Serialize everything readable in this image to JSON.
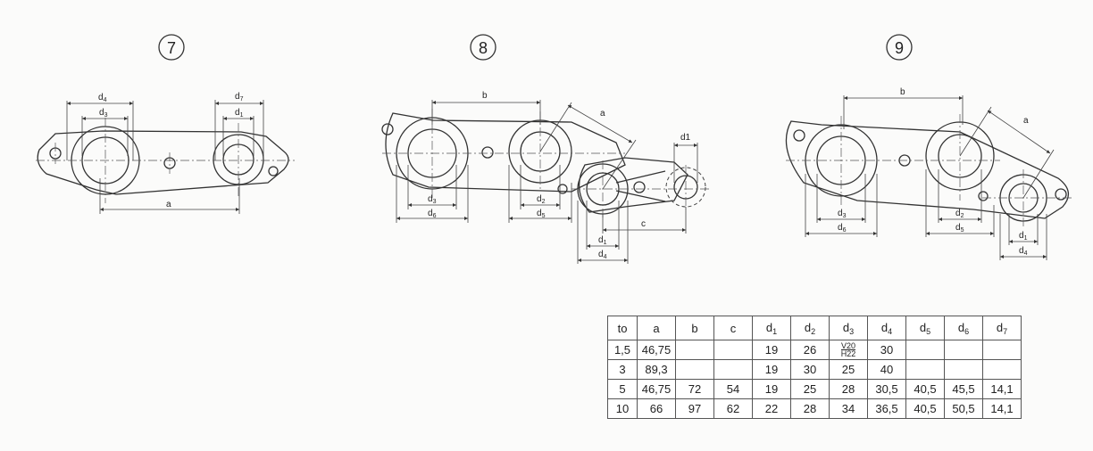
{
  "views": [
    {
      "number": "7",
      "labels": {
        "a": "a",
        "d3": "d3",
        "d4": "d4",
        "d1": "d1",
        "d7": "d7"
      }
    },
    {
      "number": "8",
      "labels": {
        "a": "a",
        "b": "b",
        "c": "c",
        "d1": "d1",
        "d2": "d2",
        "d3": "d3",
        "d5": "d5",
        "d6": "d6"
      }
    },
    {
      "number": "9",
      "labels": {
        "a": "a",
        "b": "b",
        "d1": "d1",
        "d2": "d2",
        "d3": "d3",
        "d4": "d4",
        "d5": "d5",
        "d6": "d6"
      }
    }
  ],
  "table": {
    "headers": [
      {
        "base": "to",
        "sub": ""
      },
      {
        "base": "a",
        "sub": ""
      },
      {
        "base": "b",
        "sub": ""
      },
      {
        "base": "c",
        "sub": ""
      },
      {
        "base": "d",
        "sub": "1"
      },
      {
        "base": "d",
        "sub": "2"
      },
      {
        "base": "d",
        "sub": "3"
      },
      {
        "base": "d",
        "sub": "4"
      },
      {
        "base": "d",
        "sub": "5"
      },
      {
        "base": "d",
        "sub": "6"
      },
      {
        "base": "d",
        "sub": "7"
      }
    ],
    "stacked": {
      "top": "V20",
      "bottom": "H22"
    },
    "rows": [
      [
        "1,5",
        "46,75",
        "",
        "",
        "19",
        "26",
        "",
        "30",
        "",
        "",
        ""
      ],
      [
        "3",
        "89,3",
        "",
        "",
        "19",
        "30",
        "25",
        "40",
        "",
        "",
        ""
      ],
      [
        "5",
        "46,75",
        "72",
        "54",
        "19",
        "25",
        "28",
        "30,5",
        "40,5",
        "45,5",
        "14,1"
      ],
      [
        "10",
        "66",
        "97",
        "62",
        "22",
        "28",
        "34",
        "36,5",
        "40,5",
        "50,5",
        "14,1"
      ]
    ]
  }
}
